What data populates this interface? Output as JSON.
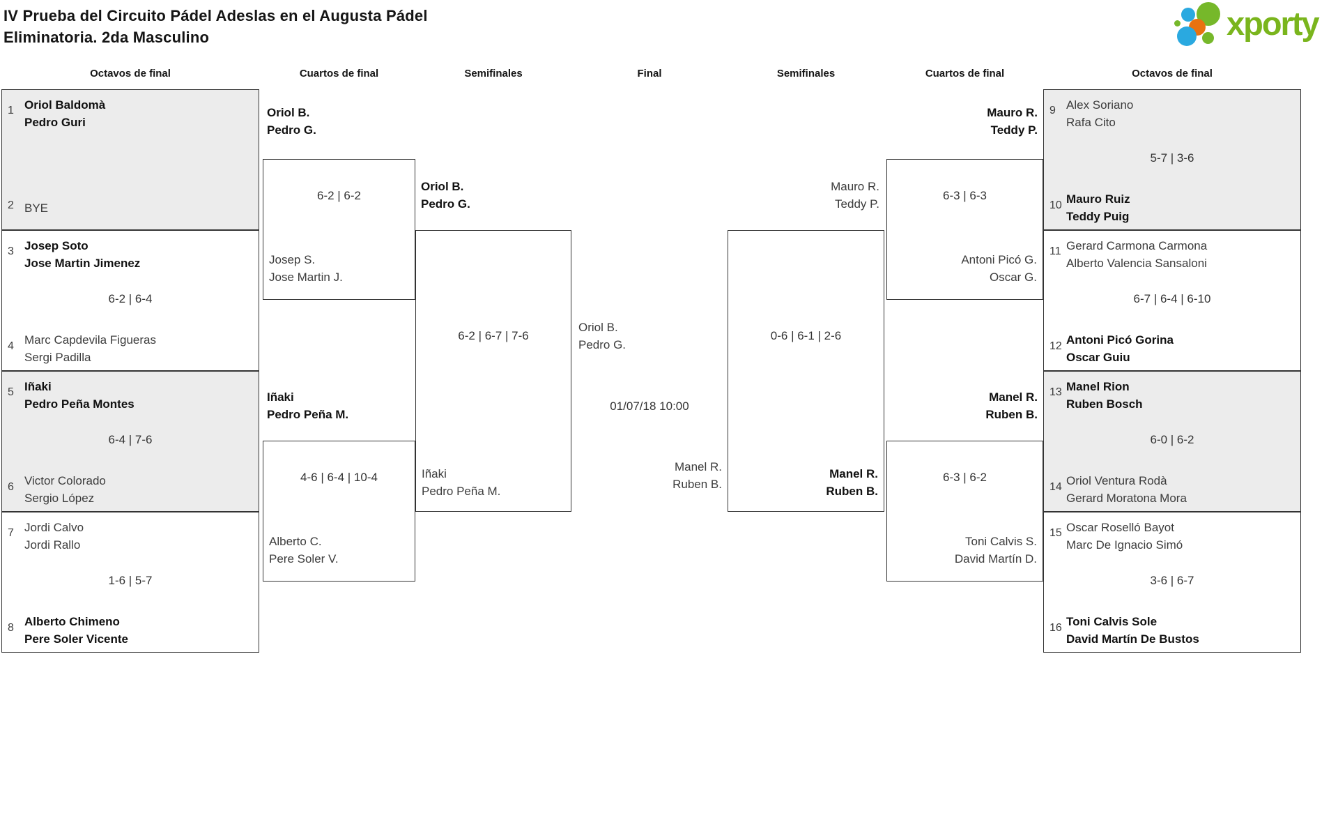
{
  "title": {
    "line1": "IV Prueba del Circuito Pádel Adeslas en el Augusta Pádel",
    "line2": "Eliminatoria. 2da Masculino"
  },
  "logo": {
    "wordmark": "xporty",
    "green": "#76b82a",
    "blue": "#2aa9e0",
    "orange": "#e87210"
  },
  "round_headers": [
    "Octavos de final",
    "Cuartos de final",
    "Semifinales",
    "Final",
    "Semifinales",
    "Cuartos de final",
    "Octavos de final"
  ],
  "octavos_left": [
    {
      "top": {
        "seed": "1",
        "names": [
          "Oriol Baldomà",
          "Pedro Guri"
        ],
        "winner": true
      },
      "score": "",
      "bottom": {
        "seed": "2",
        "names": [
          "BYE"
        ],
        "winner": false
      }
    },
    {
      "top": {
        "seed": "3",
        "names": [
          "Josep Soto",
          "Jose Martin Jimenez"
        ],
        "winner": true
      },
      "score": "6-2 | 6-4",
      "bottom": {
        "seed": "4",
        "names": [
          "Marc Capdevila Figueras",
          "Sergi Padilla"
        ],
        "winner": false
      }
    },
    {
      "top": {
        "seed": "5",
        "names": [
          "Iñaki",
          "Pedro Peña Montes"
        ],
        "winner": true
      },
      "score": "6-4 | 7-6",
      "bottom": {
        "seed": "6",
        "names": [
          "Victor Colorado",
          "Sergio López"
        ],
        "winner": false
      }
    },
    {
      "top": {
        "seed": "7",
        "names": [
          "Jordi Calvo",
          "Jordi Rallo"
        ],
        "winner": false
      },
      "score": "1-6 | 5-7",
      "bottom": {
        "seed": "8",
        "names": [
          "Alberto Chimeno",
          "Pere Soler Vicente"
        ],
        "winner": true
      }
    }
  ],
  "cuartos_left": [
    {
      "top_label": {
        "names": [
          "Oriol B.",
          "Pedro G."
        ],
        "winner": true
      },
      "score": "6-2 | 6-2",
      "bottom_label": {
        "names": [
          "Josep S.",
          "Jose Martin J."
        ],
        "winner": false
      }
    },
    {
      "top_label": {
        "names": [
          "Iñaki",
          "Pedro Peña M."
        ],
        "winner": true
      },
      "score": "4-6 | 6-4 | 10-4",
      "bottom_label": {
        "names": [
          "Alberto C.",
          "Pere Soler V."
        ],
        "winner": false
      }
    }
  ],
  "semifinal_left": {
    "top_label": {
      "names": [
        "Oriol B.",
        "Pedro G."
      ],
      "winner": true
    },
    "score": "6-2 | 6-7 | 7-6",
    "bottom_label": {
      "names": [
        "Iñaki",
        "Pedro Peña M."
      ],
      "winner": false
    }
  },
  "final": {
    "team_left": {
      "names": [
        "Oriol B.",
        "Pedro G."
      ],
      "winner": false
    },
    "datetime": "01/07/18 10:00",
    "team_right": {
      "names": [
        "Manel R.",
        "Ruben B."
      ],
      "winner": false
    }
  },
  "semifinal_right": {
    "top_label": {
      "names": [
        "Mauro R.",
        "Teddy P."
      ],
      "winner": false
    },
    "score": "0-6 | 6-1 | 2-6",
    "bottom_label": {
      "names": [
        "Manel R.",
        "Ruben B."
      ],
      "winner": true
    }
  },
  "cuartos_right": [
    {
      "top_label": {
        "names": [
          "Mauro R.",
          "Teddy P."
        ],
        "winner": true
      },
      "score": "6-3 | 6-3",
      "bottom_label": {
        "names": [
          "Antoni Picó G.",
          "Oscar G."
        ],
        "winner": false
      }
    },
    {
      "top_label": {
        "names": [
          "Manel R.",
          "Ruben B."
        ],
        "winner": true
      },
      "score": "6-3 | 6-2",
      "bottom_label": {
        "names": [
          "Toni Calvis S.",
          "David Martín D."
        ],
        "winner": false
      }
    }
  ],
  "octavos_right": [
    {
      "top": {
        "seed": "9",
        "names": [
          "Alex Soriano",
          "Rafa Cito"
        ],
        "winner": false
      },
      "score": "5-7 | 3-6",
      "bottom": {
        "seed": "10",
        "names": [
          "Mauro Ruiz",
          "Teddy Puig"
        ],
        "winner": true
      }
    },
    {
      "top": {
        "seed": "11",
        "names": [
          "Gerard Carmona Carmona",
          "Alberto Valencia Sansaloni"
        ],
        "winner": false
      },
      "score": "6-7 | 6-4 | 6-10",
      "bottom": {
        "seed": "12",
        "names": [
          "Antoni Picó Gorina",
          "Oscar Guiu"
        ],
        "winner": true
      }
    },
    {
      "top": {
        "seed": "13",
        "names": [
          "Manel Rion",
          "Ruben Bosch"
        ],
        "winner": true
      },
      "score": "6-0 | 6-2",
      "bottom": {
        "seed": "14",
        "names": [
          "Oriol Ventura Rodà",
          "Gerard Moratona Mora"
        ],
        "winner": false
      }
    },
    {
      "top": {
        "seed": "15",
        "names": [
          "Oscar Roselló Bayot",
          "Marc De Ignacio Simó"
        ],
        "winner": false
      },
      "score": "3-6 | 6-7",
      "bottom": {
        "seed": "16",
        "names": [
          "Toni Calvis Sole",
          "David Martín De Bustos"
        ],
        "winner": true
      }
    }
  ]
}
